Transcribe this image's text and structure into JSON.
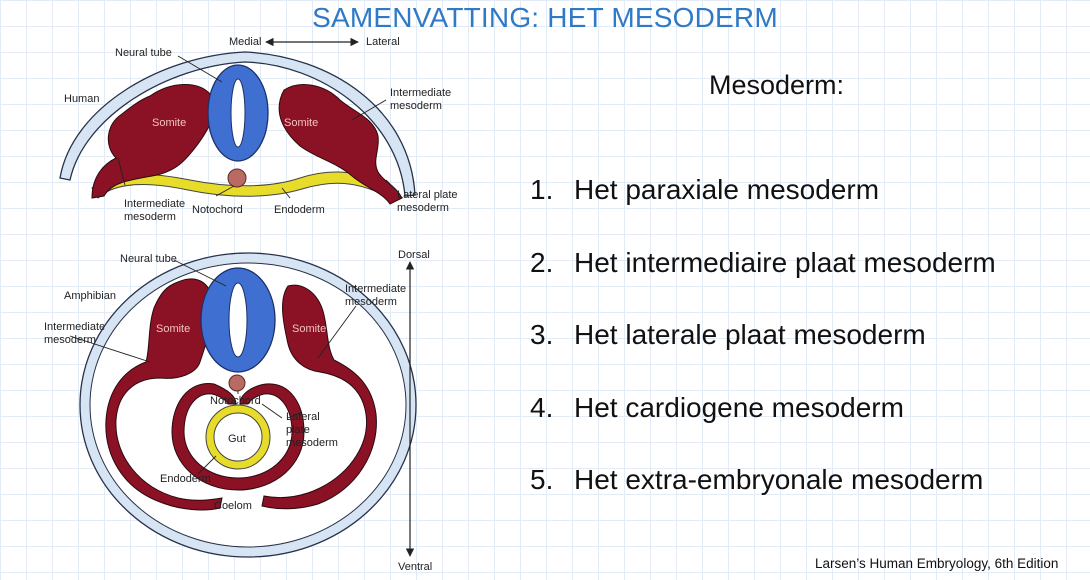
{
  "slide_title": "SAMENVATTING: HET MESODERM",
  "diagram_top": {
    "species": "Human",
    "axis_medial": "Medial",
    "axis_lateral": "Lateral",
    "neural_tube": "Neural tube",
    "somite": "Somite",
    "intermediate_mesoderm_right_1": "Intermediate",
    "intermediate_mesoderm_right_2": "mesoderm",
    "intermediate_mesoderm_left_1": "Intermediate",
    "intermediate_mesoderm_left_2": "mesoderm",
    "notochord": "Notochord",
    "endoderm": "Endoderm",
    "lateral_plate_1": "Lateral plate",
    "lateral_plate_2": "mesoderm"
  },
  "diagram_bottom": {
    "species": "Amphibian",
    "axis_dorsal": "Dorsal",
    "axis_ventral": "Ventral",
    "neural_tube": "Neural tube",
    "somite": "Somite",
    "intermediate_mesoderm_right_1": "Intermediate",
    "intermediate_mesoderm_right_2": "mesoderm",
    "intermediate_mesoderm_left_1": "Intermediate",
    "intermediate_mesoderm_left_2": "mesoderm",
    "notochord": "Notochord",
    "lateral_plate_1": "Lateral",
    "lateral_plate_2": "plate",
    "lateral_plate_3": "mesoderm",
    "gut": "Gut",
    "endoderm": "Endoderm",
    "coelom": "Coelom"
  },
  "mesoderm_heading": "Mesoderm:",
  "mesoderm_types": [
    {
      "num": "1.",
      "label": "Het paraxiale mesoderm"
    },
    {
      "num": "2.",
      "label": "Het intermediaire plaat mesoderm"
    },
    {
      "num": "3.",
      "label": "Het laterale plaat mesoderm"
    },
    {
      "num": "4.",
      "label": "Het cardiogene mesoderm"
    },
    {
      "num": "5.",
      "label": "Het extra-embryonale mesoderm"
    }
  ],
  "citation": "Larsen’s Human Embryology, 6th Edition",
  "colors": {
    "title": "#2e7ac6",
    "mesoderm": "#8a1224",
    "neural_tube": "#3f6fd1",
    "endoderm": "#e8dc2a",
    "ectoderm": "#d6e4f4",
    "notochord": "#b96a63"
  }
}
